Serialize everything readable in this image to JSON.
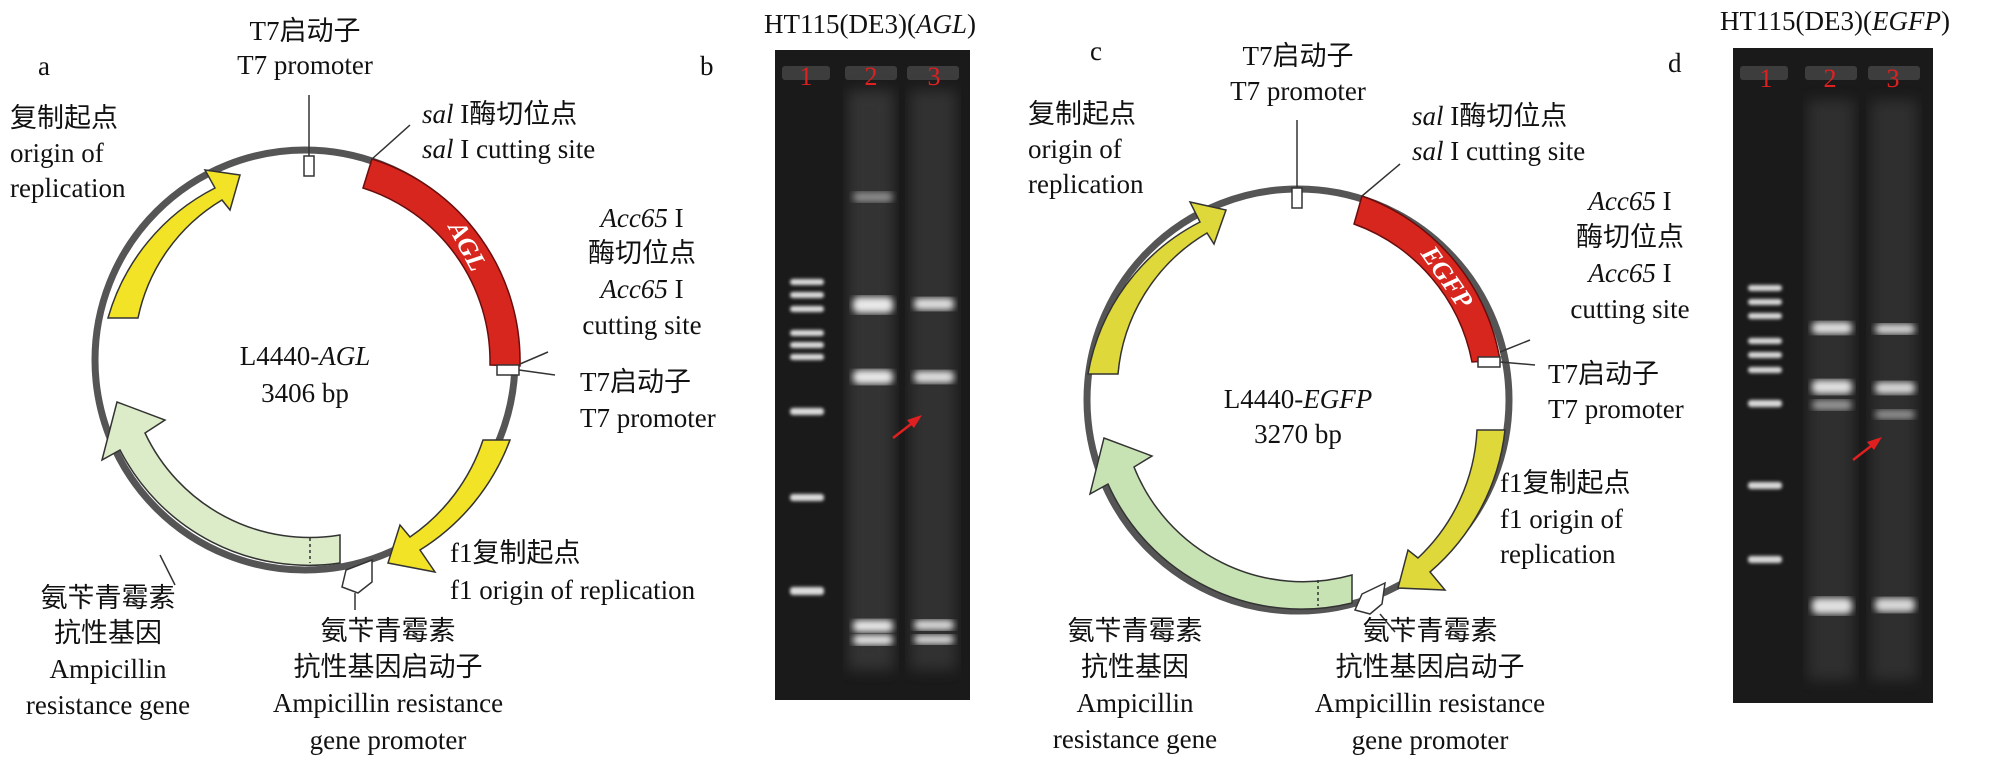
{
  "panels": {
    "a": "a",
    "b": "b",
    "c": "c",
    "d": "d"
  },
  "left_map": {
    "name_prefix": "L4440-",
    "name_gene": "AGL",
    "size": "3406 bp",
    "insert_label": "AGL",
    "t7_top_cn": "T7启动子",
    "t7_top_en": "T7 promoter",
    "sal_italic": "sal",
    "sal_cn_rest": " I酶切位点",
    "sal_en_rest": " I cutting site",
    "acc_italic": "Acc65",
    "acc_rest": " I",
    "acc_cn": "酶切位点",
    "acc_en": "cutting site",
    "t7_right_cn": "T7启动子",
    "t7_right_en": "T7 promoter",
    "f1_cn": "f1复制起点",
    "f1_en": "f1 origin of replication",
    "ori_cn": "复制起点",
    "ori_en1": "origin of",
    "ori_en2": "replication",
    "amp_cn1": "氨苄青霉素",
    "amp_cn2": "抗性基因",
    "amp_en1": "Ampicillin",
    "amp_en2": "resistance gene",
    "promo_cn1": "氨苄青霉素",
    "promo_cn2": "抗性基因启动子",
    "promo_en1": "Ampicillin resistance",
    "promo_en2": "gene promoter"
  },
  "right_map": {
    "name_prefix": "L4440-",
    "name_gene": "EGFP",
    "size": "3270 bp",
    "insert_label": "EGFP",
    "t7_top_cn": "T7启动子",
    "t7_top_en": "T7 promoter",
    "sal_italic": "sal",
    "sal_cn_rest": " I酶切位点",
    "sal_en_rest": " I cutting site",
    "acc_italic": "Acc65",
    "acc_rest": " I",
    "acc_cn": "酶切位点",
    "acc_en": "cutting site",
    "t7_right_cn": "T7启动子",
    "t7_right_en": "T7 promoter",
    "f1_cn": "f1复制起点",
    "f1_en1": "f1 origin of",
    "f1_en2": "replication",
    "ori_cn": "复制起点",
    "ori_en1": "origin of",
    "ori_en2": "replication",
    "amp_cn1": "氨苄青霉素",
    "amp_cn2": "抗性基因",
    "amp_en1": "Ampicillin",
    "amp_en2": "resistance gene",
    "promo_cn1": "氨苄青霉素",
    "promo_cn2": "抗性基因启动子",
    "promo_en1": "Ampicillin resistance",
    "promo_en2": "gene promoter"
  },
  "gel_b": {
    "title_prefix": "HT115(DE3)(",
    "title_gene": "AGL",
    "title_suffix": ")",
    "lanes": [
      "1",
      "2",
      "3"
    ]
  },
  "gel_d": {
    "title_prefix": "HT115(DE3)(",
    "title_gene": "EGFP",
    "title_suffix": ")",
    "lanes": [
      "1",
      "2",
      "3"
    ]
  },
  "colors": {
    "insert": "#d7261e",
    "ori_yellow": "#f3e326",
    "amp_green": "#dcebc8",
    "arrow": "#e02020",
    "backbone": "#555555"
  }
}
